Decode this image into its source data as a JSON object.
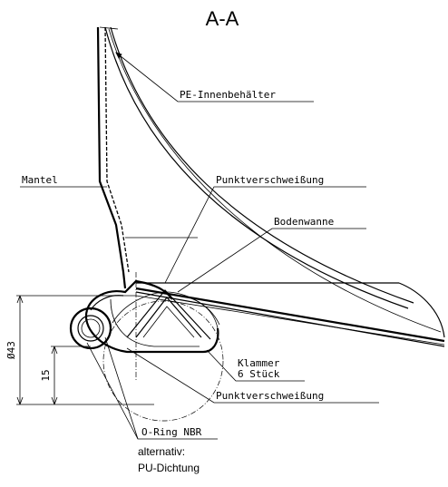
{
  "drawing": {
    "section_title": "A-A",
    "labels": {
      "pe_inner_container": "PE-Innenbehälter",
      "mantle": "Mantel",
      "spot_weld_top": "Punktverschweißung",
      "bottom_tray": "Bodenwanne",
      "clamp_line1": "Klammer",
      "clamp_line2": "6 Stück",
      "spot_weld_bottom": "Punktverschweißung",
      "o_ring_line1": "O-Ring NBR",
      "o_ring_line2": "alternativ:",
      "o_ring_line3": "PU-Dichtung"
    },
    "dimensions": {
      "diameter": "Ø43",
      "height": "15"
    }
  }
}
